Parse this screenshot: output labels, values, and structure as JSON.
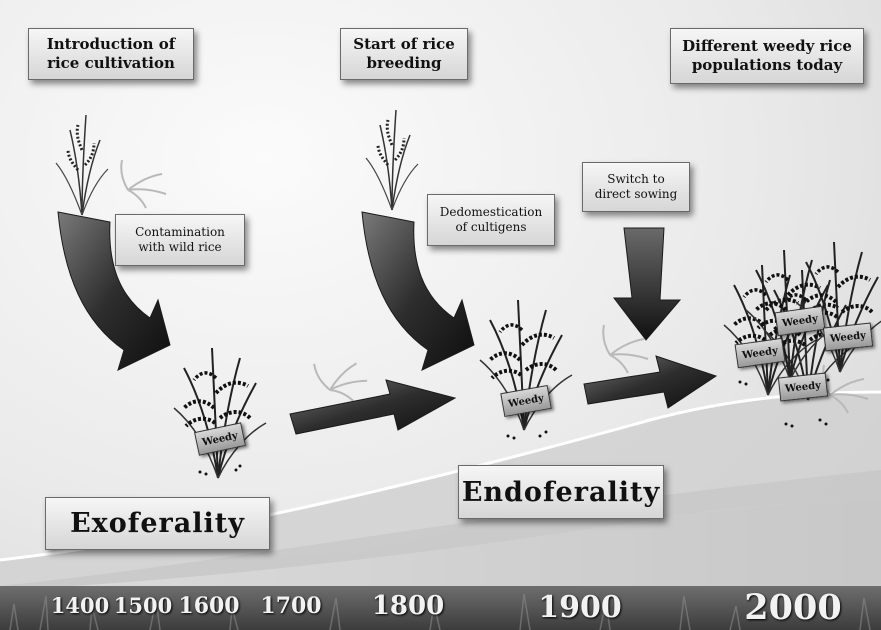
{
  "labels": {
    "intro": "Introduction of\nrice cultivation",
    "contamination": "Contamination\nwith wild rice",
    "start_breeding": "Start of rice\nbreeding",
    "dedomestication": "Dedomestication\nof cultigens",
    "direct_sowing": "Switch to\ndirect sowing",
    "populations_today": "Different weedy rice\npopulations today",
    "exoferality": "Exoferality",
    "endoferality": "Endoferality"
  },
  "tags": [
    "Weedy",
    "Weedy",
    "Weedy",
    "Weedy",
    "Weedy",
    "Weedy"
  ],
  "timeline": {
    "years": [
      "1400",
      "1500",
      "1600",
      "1700",
      "1800",
      "1900",
      "2000"
    ]
  }
}
